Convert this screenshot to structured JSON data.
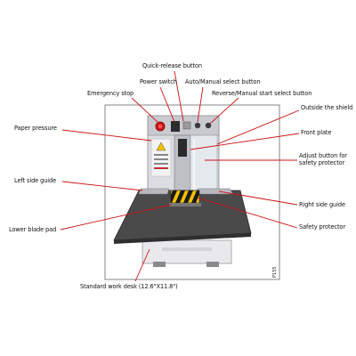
{
  "labels": {
    "quick_release": "Quick-release button",
    "power_switch": "Power switch",
    "auto_manual": "Auto/Manual select button",
    "emergency_stop": "Emergency stop",
    "reverse_manual": "Reverse/Manual start select button",
    "outside_shield": "Outside the shield",
    "paper_pressure": "Paper pressure",
    "front_plate": "Front plate",
    "adjust_button_line1": "Adjust button for",
    "adjust_button_line2": "safety protector",
    "left_side_guide": "Left side guide",
    "right_side_guide": "Right side guide",
    "safety_protector": "Safety protector",
    "lower_blade_pad": "Lower blade pad",
    "work_desk": "Standard work desk (12.6\"X11.8\")"
  },
  "image_code": "P155",
  "colors": {
    "leader_line": "#cc1111",
    "photo_frame": "#444444",
    "frame_stroke": "#666666",
    "desk_top": "#4a4a4a",
    "safety_stripe_yellow": "#f2c200",
    "safety_stripe_black": "#1a1a1a",
    "emergency_red": "#d21a1a"
  }
}
